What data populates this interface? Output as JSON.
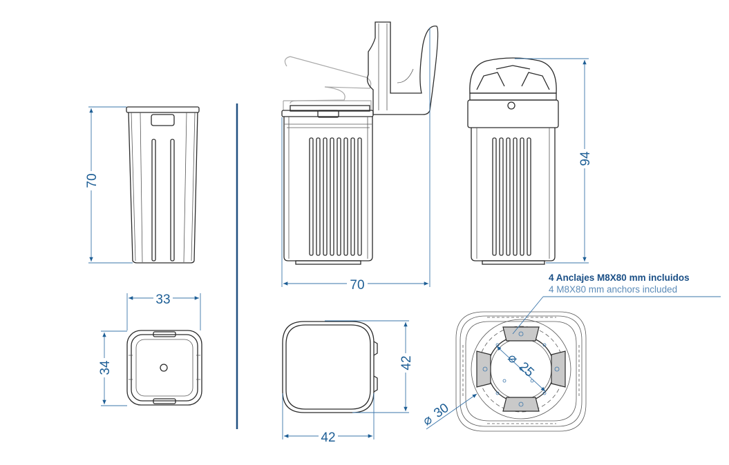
{
  "dimensions": {
    "side_bin_height": "70",
    "top_view_width": "33",
    "top_view_depth": "34",
    "open_lid_width": "70",
    "closed_height": "94",
    "lid_depth": "42",
    "lid_width": "42",
    "inner_diameter": "25",
    "outer_diameter": "30",
    "diameter_symbol": "⌀"
  },
  "annotation": {
    "spanish": "4 Anclajes M8X80 mm incluidos",
    "english": "4 M8X80 mm anchors included"
  },
  "colors": {
    "dimension": "#1d5e95",
    "annotation_primary": "#1a4f86",
    "annotation_secondary": "#5b8bb8",
    "divider": "#1f4f80"
  }
}
